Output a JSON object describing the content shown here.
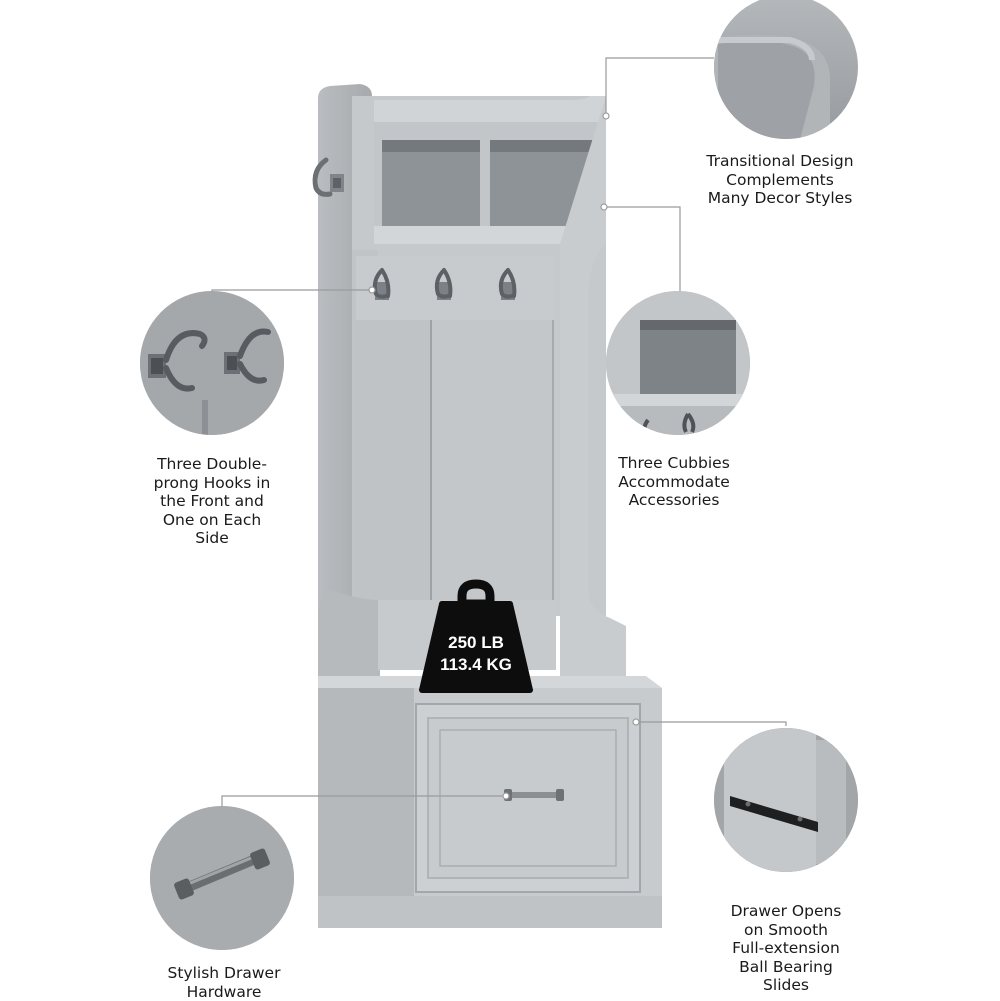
{
  "weight_badge": {
    "line1": "250 LB",
    "line2": "113.4 KG"
  },
  "callouts": {
    "design": [
      "Transitional Design",
      "Complements",
      "Many Decor Styles"
    ],
    "hooks": [
      "Three Double-",
      "prong Hooks in",
      "the Front and",
      "One on Each",
      "Side"
    ],
    "cubbies": [
      "Three Cubbies",
      "Accommodate",
      "Accessories"
    ],
    "drawer_slides": [
      "Drawer Opens",
      "on Smooth",
      "Full-extension",
      "Ball Bearing",
      "Slides"
    ],
    "hardware": [
      "Stylish Drawer",
      "Hardware"
    ]
  },
  "colors": {
    "cabinet": "#c9ccce",
    "cabinet_shade": "#b3b7ba",
    "cabinet_dark": "#8f9498",
    "circle_bg": "#a9adb0",
    "leader": "#9a9a9a",
    "badge": "#0d0d0d"
  },
  "icons": [
    "hook-icon",
    "drawer-pull-icon",
    "weight-icon",
    "drawer-slide-icon"
  ]
}
